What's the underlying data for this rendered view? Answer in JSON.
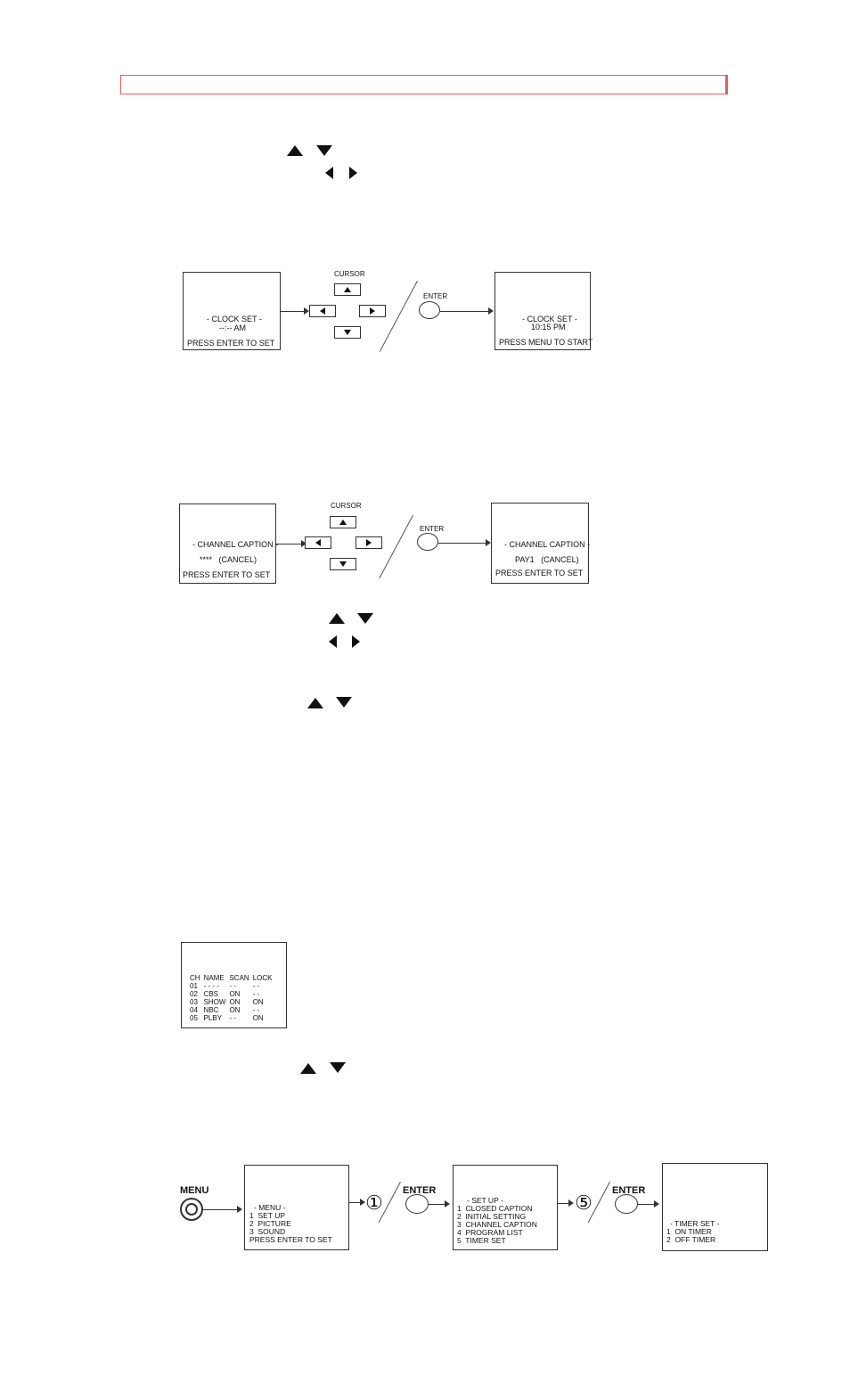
{
  "header": {},
  "glyphs": {
    "up_down": "up-down-arrow-icons",
    "left_right": "left-right-arrow-icons"
  },
  "fig1": {
    "cursor_label": "CURSOR",
    "enter_label": "ENTER",
    "left_screen": {
      "line1": "- CLOCK SET -",
      "line2": "--:-- AM",
      "line3": "PRESS ENTER TO SET"
    },
    "right_screen": {
      "line1": "- CLOCK SET -",
      "line2": "10:15 PM",
      "line3": "PRESS MENU TO START"
    }
  },
  "fig2": {
    "cursor_label": "CURSOR",
    "enter_label": "ENTER",
    "left_screen": {
      "line1": "- CHANNEL CAPTION -",
      "line2": "****   (CANCEL)",
      "line3": "PRESS ENTER TO SET"
    },
    "right_screen": {
      "line1": "- CHANNEL CAPTION -",
      "line2": "PAY1   (CANCEL)",
      "line3": "PRESS ENTER TO SET"
    }
  },
  "program_list": {
    "headers": [
      "CH",
      "NAME",
      "SCAN",
      "LOCK"
    ],
    "rows": [
      [
        "01",
        "- - - -",
        "- -",
        "- -"
      ],
      [
        "02",
        "CBS",
        "ON",
        "- -"
      ],
      [
        "03",
        "SHOW",
        "ON",
        "ON"
      ],
      [
        "04",
        "NBC",
        "ON",
        "- -"
      ],
      [
        "05",
        "PLBY",
        "- -",
        "ON"
      ]
    ]
  },
  "fig3": {
    "menu_label": "MENU",
    "enter_label_1": "ENTER",
    "enter_label_2": "ENTER",
    "step1": "①",
    "step2": "⑤",
    "menu_screen": [
      "- MENU -",
      "1  SET UP",
      "2  PICTURE",
      "3  SOUND",
      "PRESS ENTER TO SET"
    ],
    "setup_screen": [
      "- SET UP -",
      "1  CLOSED CAPTION",
      "2  INITIAL SETTING",
      "3  CHANNEL CAPTION",
      "4  PROGRAM LIST",
      "5  TIMER SET"
    ],
    "timer_screen": [
      "- TIMER SET -",
      "1  ON TIMER",
      "2  OFF TIMER"
    ]
  }
}
